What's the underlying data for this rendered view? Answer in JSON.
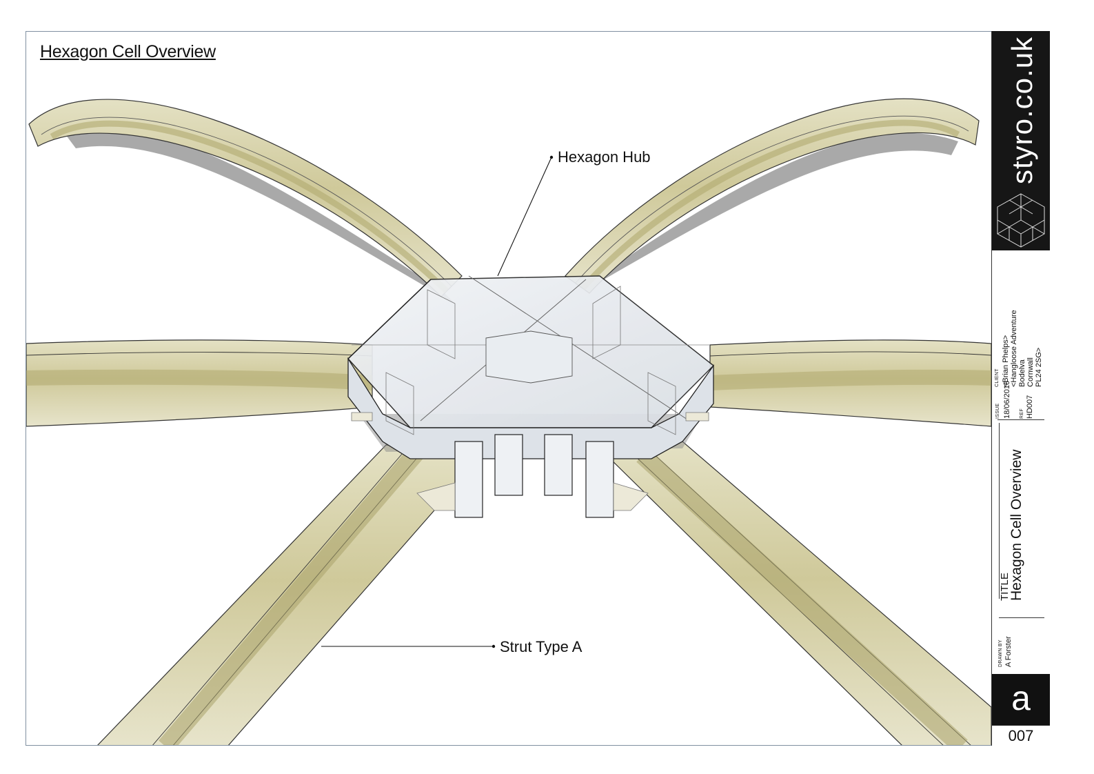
{
  "drawing": {
    "title": "Hexagon Cell Overview",
    "callouts": {
      "hub": "Hexagon Hub",
      "strut": "Strut Type A"
    }
  },
  "title_block": {
    "brand": "styro.co.uk",
    "client_label": "CLIENT",
    "client_lines": [
      "<Brian Phelps>",
      "<Hangloose Adventure",
      "Bodelva",
      "Cornwall",
      "PL24 2SG>"
    ],
    "issue_label": "ISSUE",
    "issue_date": "18/06/2016",
    "ref_label": "REF",
    "ref": "HD007",
    "title_label": "TITLE",
    "title": "Hexagon Cell Overview",
    "drawn_by_label": "DRAWN BY",
    "drawn_by": "A Forster",
    "revision": "a",
    "sheet_number": "007"
  },
  "colors": {
    "strut_fill": "#ddd9b7",
    "strut_band": "#b9b37a",
    "hub_fill": "#e8ecf0",
    "shadow": "#8c8c8c",
    "brand_panel": "#161616"
  }
}
